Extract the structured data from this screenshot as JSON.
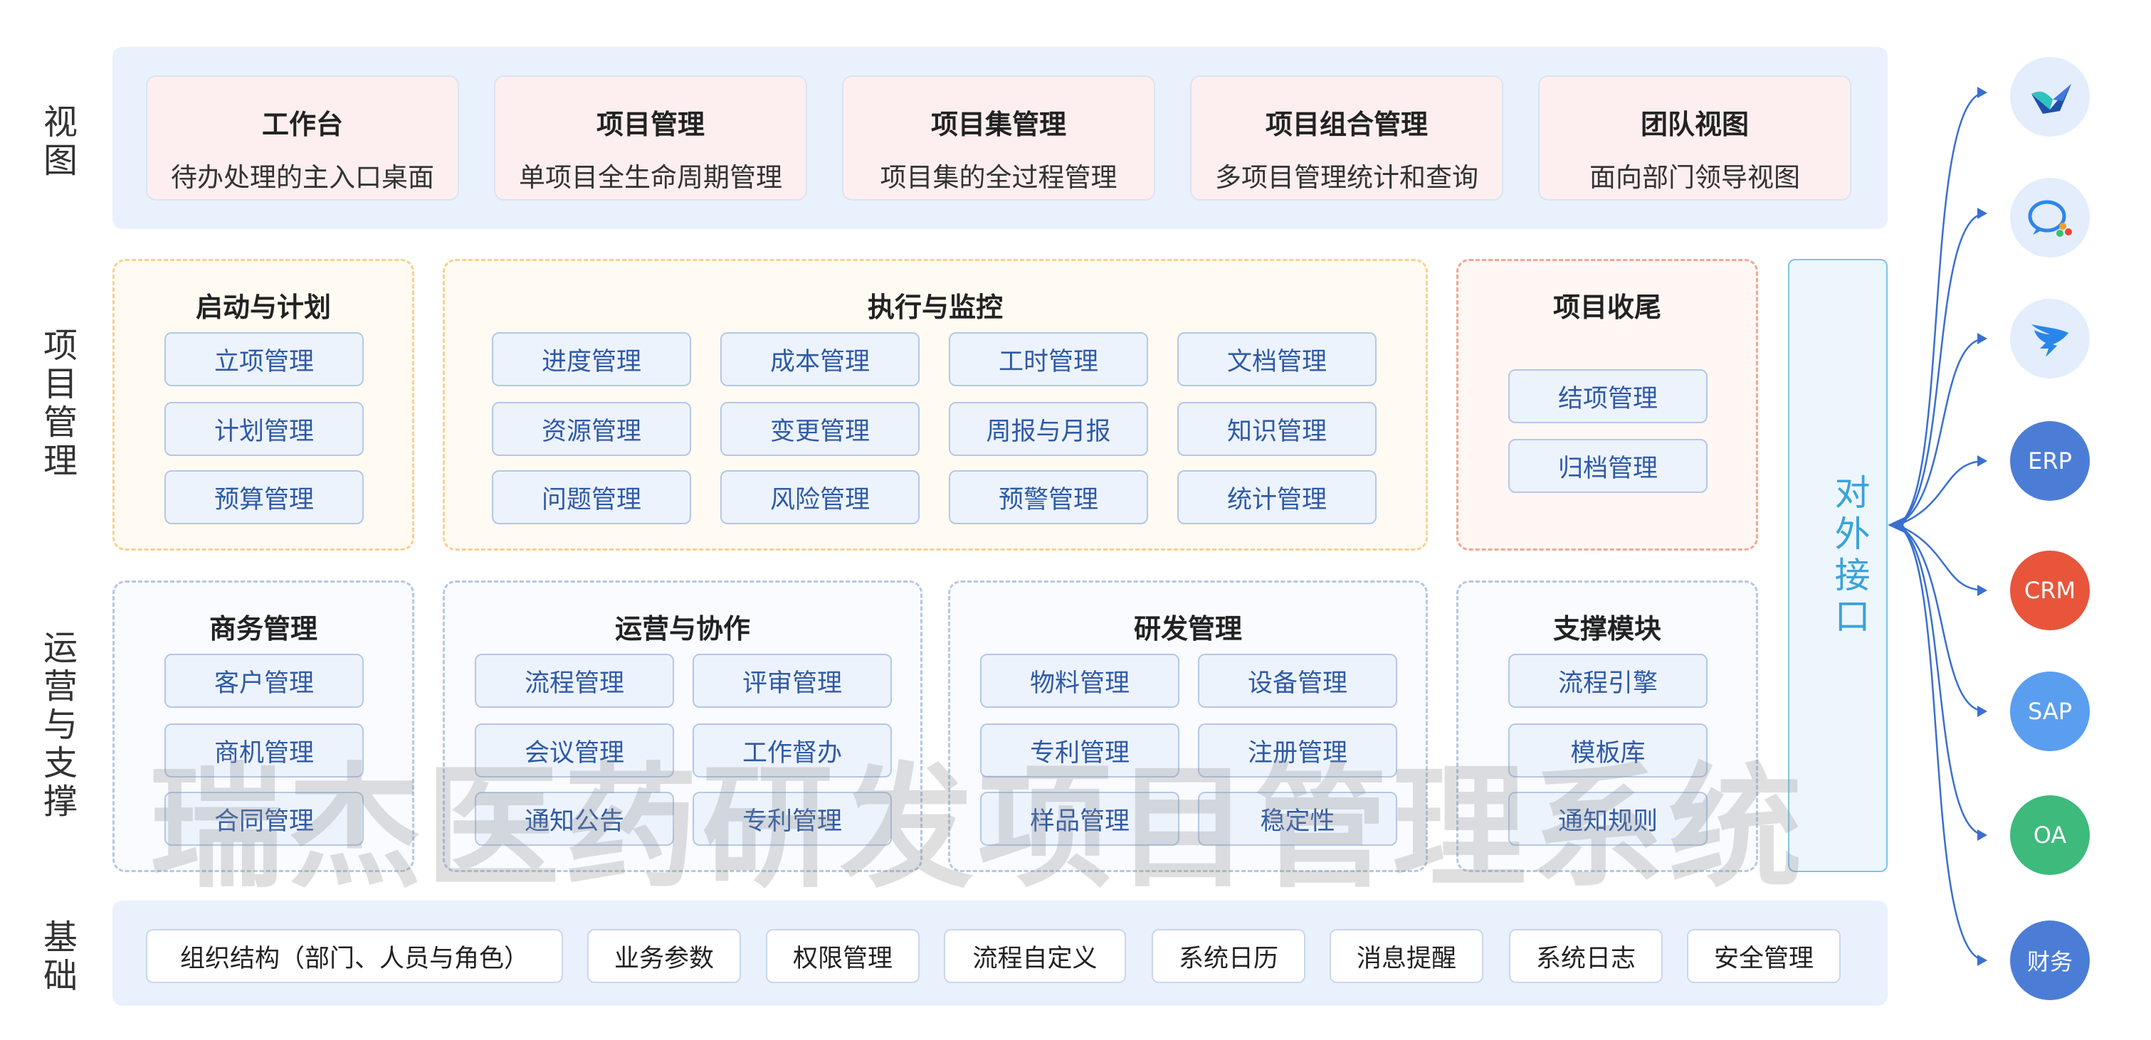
{
  "row_labels": {
    "view": "视图",
    "project": "项目管理",
    "ops": "运营与支撑",
    "base": "基础"
  },
  "view_cards": [
    {
      "title": "工作台",
      "desc": "待办处理的主入口桌面"
    },
    {
      "title": "项目管理",
      "desc": "单项目全生命周期管理"
    },
    {
      "title": "项目集管理",
      "desc": "项目集的全过程管理"
    },
    {
      "title": "项目组合管理",
      "desc": "多项目管理统计和查询"
    },
    {
      "title": "团队视图",
      "desc": "面向部门领导视图"
    }
  ],
  "project": {
    "start": {
      "title": "启动与计划",
      "items": [
        "立项管理",
        "计划管理",
        "预算管理"
      ]
    },
    "exec": {
      "title": "执行与监控",
      "items": [
        "进度管理",
        "成本管理",
        "工时管理",
        "文档管理",
        "资源管理",
        "变更管理",
        "周报与月报",
        "知识管理",
        "问题管理",
        "风险管理",
        "预警管理",
        "统计管理"
      ]
    },
    "close": {
      "title": "项目收尾",
      "items": [
        "结项管理",
        "归档管理"
      ]
    }
  },
  "ops": {
    "biz": {
      "title": "商务管理",
      "items": [
        "客户管理",
        "商机管理",
        "合同管理"
      ]
    },
    "collab": {
      "title": "运营与协作",
      "items": [
        "流程管理",
        "评审管理",
        "会议管理",
        "工作督办",
        "通知公告",
        "专利管理"
      ]
    },
    "rnd": {
      "title": "研发管理",
      "items": [
        "物料管理",
        "设备管理",
        "专利管理",
        "注册管理",
        "样品管理",
        "稳定性"
      ]
    },
    "support": {
      "title": "支撑模块",
      "items": [
        "流程引擎",
        "模板库",
        "通知规则"
      ]
    }
  },
  "base_items": [
    "组织结构（部门、人员与角色）",
    "业务参数",
    "权限管理",
    "流程自定义",
    "系统日历",
    "消息提醒",
    "系统日志",
    "安全管理"
  ],
  "external_interface": "对外接口",
  "integrations": [
    {
      "name": "lark-logo",
      "label": "",
      "color": "#e3edfb"
    },
    {
      "name": "wecom-logo",
      "label": "",
      "color": "#e3edfb"
    },
    {
      "name": "dingtalk-logo",
      "label": "",
      "color": "#e3edfb"
    },
    {
      "name": "erp",
      "label": "ERP",
      "color": "#4c7dd6"
    },
    {
      "name": "crm",
      "label": "CRM",
      "color": "#e8553b"
    },
    {
      "name": "sap",
      "label": "SAP",
      "color": "#5a9ef0"
    },
    {
      "name": "oa",
      "label": "OA",
      "color": "#3dba7c"
    },
    {
      "name": "finance",
      "label": "财务",
      "color": "#4c7dd6"
    }
  ],
  "watermark": "瑞杰医药研发项目管理系统"
}
